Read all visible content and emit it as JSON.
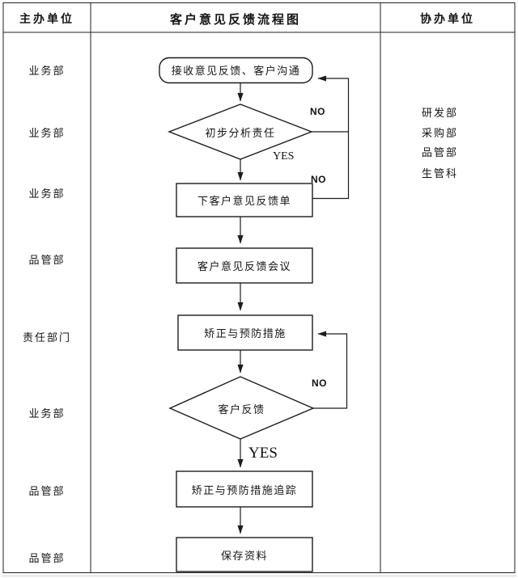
{
  "header": {
    "host_unit_label": "主办单位",
    "title": "客户意见反馈流程图",
    "co_unit_label": "协办单位"
  },
  "host_units": [
    "业务部",
    "业务部",
    "业务部",
    "品管部",
    "责任部门",
    "业务部",
    "品管部",
    "品管部"
  ],
  "co_units": [
    "研发部",
    "采购部",
    "品管部",
    "生管科"
  ],
  "flow": {
    "start": "接收意见反馈、客户沟通",
    "decision1": "初步分析责任",
    "issue_form": "下客户意见反馈单",
    "meeting": "客户意见反馈会议",
    "corrective": "矫正与预防措施",
    "decision2": "客户反馈",
    "tracking": "矫正与预防措施追踪",
    "archive": "保存资料"
  },
  "branch_labels": {
    "no1": "NO",
    "yes1": "YES",
    "no2": "NO",
    "no3": "NO",
    "yes2": "YES"
  }
}
